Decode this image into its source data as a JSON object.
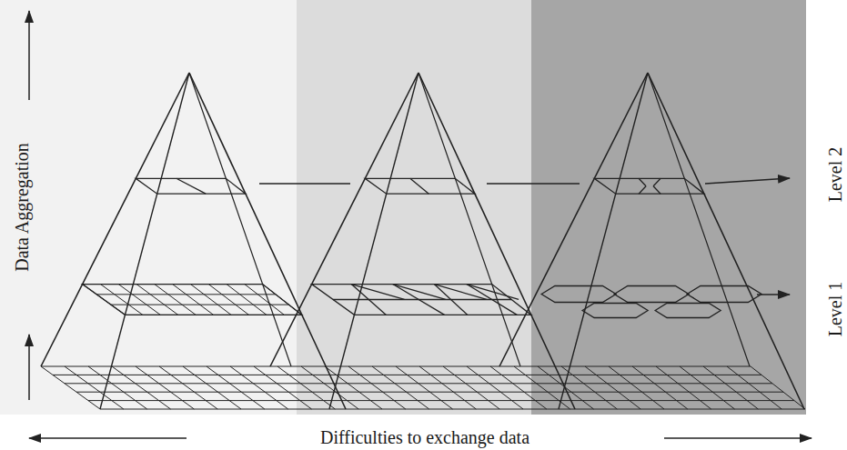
{
  "diagram": {
    "labels": [
      "Data Aggregation",
      "Level 2",
      "Level 1",
      "Difficulties to exchange data"
    ]
  }
}
